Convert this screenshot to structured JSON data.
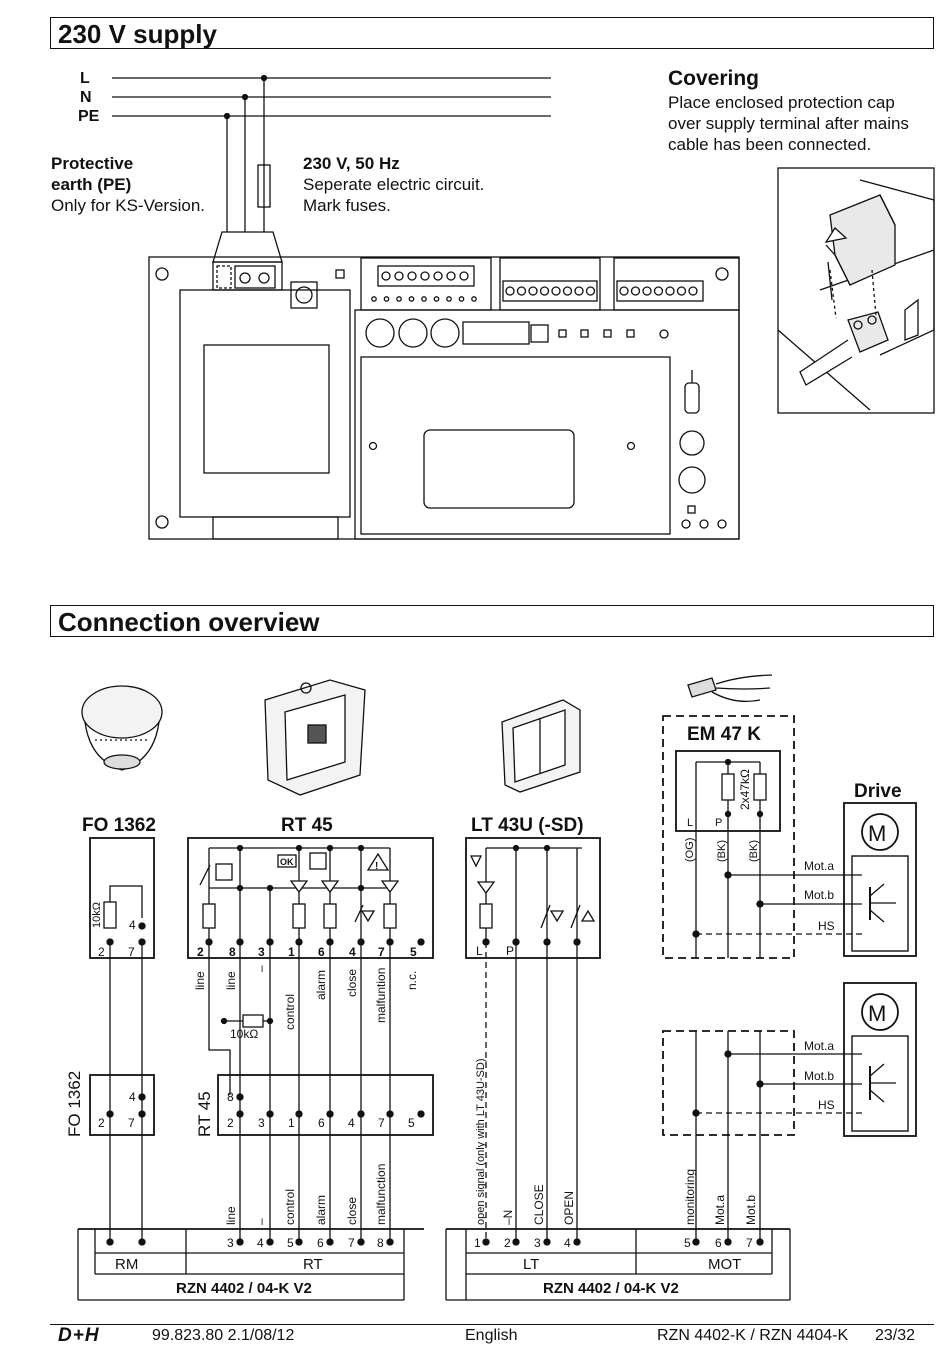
{
  "section1": {
    "title": "230 V supply",
    "lines": [
      "L",
      "N",
      "PE"
    ],
    "pe_note": [
      "Protective",
      "earth (PE)",
      "Only for KS-Version."
    ],
    "supply_note": [
      "230 V, 50 Hz",
      "Seperate electric circuit.",
      "Mark fuses."
    ],
    "covering_title": "Covering",
    "covering_text": [
      "Place enclosed protection cap",
      "over supply terminal after mains",
      "cable has been connected."
    ]
  },
  "section2": {
    "title": "Connection overview",
    "devices": {
      "fo": "FO 1362",
      "rt": "RT 45",
      "lt": "LT 43U (-SD)",
      "em": "EM 47 K",
      "drive": "Drive"
    },
    "fo_terms": [
      "2",
      "7",
      "4"
    ],
    "fo_res": "10kΩ",
    "rt_terms": [
      "2",
      "8",
      "3",
      "1",
      "6",
      "4",
      "7",
      "5"
    ],
    "rt_labels": [
      "line",
      "line",
      "–",
      "control",
      "alarm",
      "close",
      "malfuntion",
      "n.c."
    ],
    "rt_res": "10kΩ",
    "rt_icons": [
      "OK",
      "!"
    ],
    "lt_terms": [
      "L",
      "P"
    ],
    "em_res": "2x47kΩ",
    "em_terms": [
      "L",
      "P"
    ],
    "em_colors": [
      "(OG)",
      "(BK)",
      "(BK)"
    ],
    "mot_labels": [
      "Mot.a",
      "Mot.b",
      "HS"
    ],
    "motor_symbol": "M",
    "mid_fo_label": "FO 1362",
    "mid_fo_terms": [
      "4",
      "2",
      "7"
    ],
    "mid_rt_label": "RT 45",
    "mid_rt_terms": [
      "8",
      "2",
      "3",
      "1",
      "6",
      "4",
      "7",
      "5"
    ],
    "bottom_labels": [
      "line",
      "–",
      "control",
      "alarm",
      "close",
      "malfunction",
      "open signal (only with LT 43U-SD)",
      "–N",
      "CLOSE",
      "OPEN",
      "monitoring",
      "Mot.a",
      "Mot.b"
    ],
    "left_strip_nums": [
      "3",
      "4",
      "5",
      "6",
      "7",
      "8"
    ],
    "left_strip_groups": [
      "RM",
      "RT"
    ],
    "right_strip_nums": [
      "1",
      "2",
      "3",
      "4",
      "5",
      "6",
      "7"
    ],
    "right_strip_groups": [
      "LT",
      "MOT"
    ],
    "board_name": "RZN 4402 / 04-K V2"
  },
  "footer": {
    "logo": "D+H",
    "doc": "99.823.80 2.1/08/12",
    "lang": "English",
    "model": "RZN 4402-K / RZN 4404-K",
    "page": "23/32"
  }
}
